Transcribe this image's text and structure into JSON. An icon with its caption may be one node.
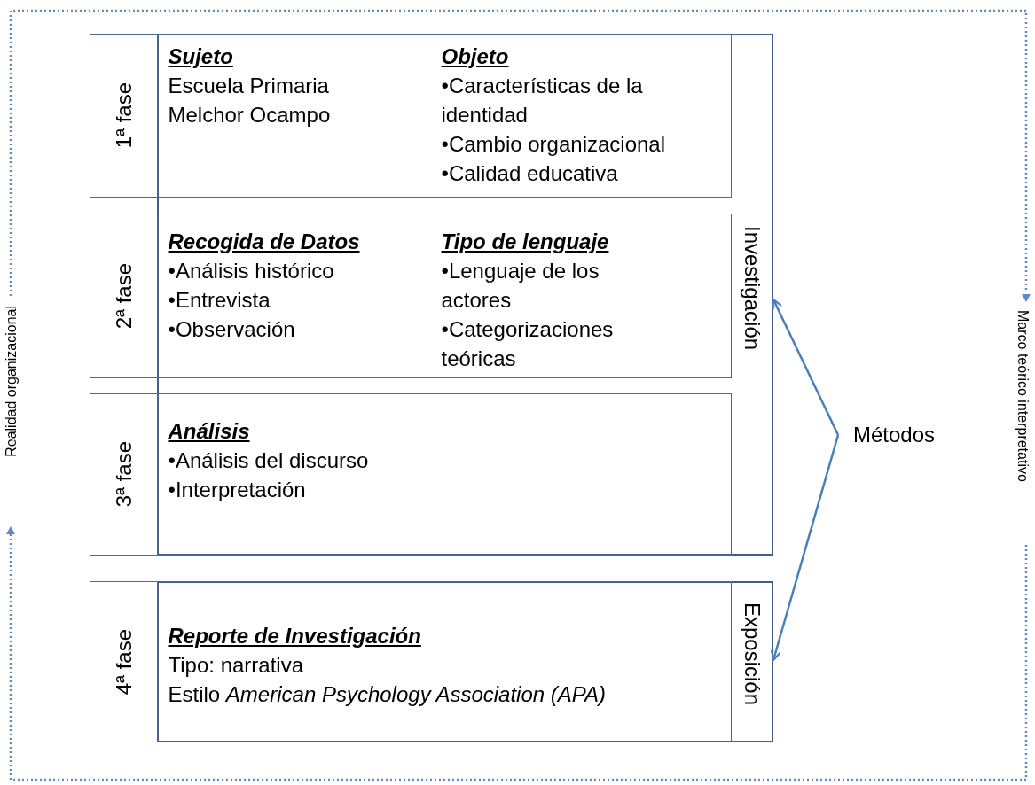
{
  "diagram": {
    "nodes": [
      {
        "text": [
          "Investigación"
        ]
      },
      {
        "text": [
          "Sujeto",
          "Escuela Primaria Melchor Ocampo",
          "Objeto",
          "•Características de la identidad",
          "•Cambio organizacional",
          "•Calidad educativa"
        ],
        "in": 0
      },
      {
        "text": [
          "Recogida de Datos",
          "•Análisis histórico",
          "•Entrevista",
          "•Observación",
          "Tipo de lenguaje",
          "•Lenguaje de los actores",
          "•Categorizaciones teóricas"
        ],
        "in": 0
      },
      {
        "text": [
          "Análisis",
          "•Análisis del discurso",
          "•Interpretación"
        ],
        "in": 0
      },
      {
        "text": [
          "Exposición"
        ]
      },
      {
        "text": [
          "Reporte de Investigación",
          "Tipo: narrativa",
          "Estilo *American Psychology Association (APA)*"
        ],
        "in": 4
      },
      {
        "text": [
          "1ª fase"
        ]
      },
      {
        "text": [
          "2ª fase"
        ]
      },
      {
        "text": [
          "3ª fase"
        ]
      },
      {
        "text": [
          "4ª fase"
        ]
      },
      {
        "text": [
          "Métodos"
        ]
      }
    ],
    "edges": [
      {
        "from": 10,
        "to": 0,
        "arrow": "to"
      },
      {
        "from": 10,
        "to": 4,
        "arrow": "to"
      }
    ],
    "labels": [
      "Realidad organizacional",
      "Marco teórico interpretativo"
    ]
  }
}
